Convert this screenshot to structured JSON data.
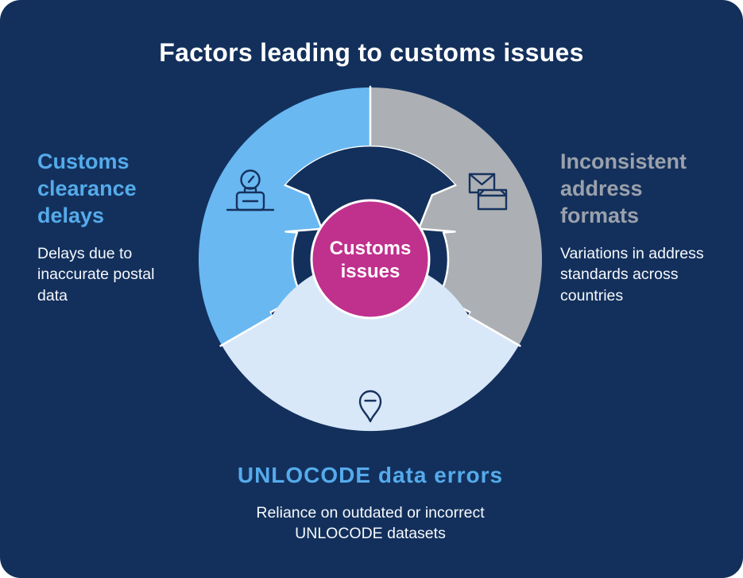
{
  "title": "Factors leading to customs issues",
  "hub": {
    "label": "Customs\nissues",
    "color": "#C0308D"
  },
  "factors": [
    {
      "id": "customs-clearance-delays",
      "title": "Customs clearance delays",
      "description": "Delays due to inaccurate postal data",
      "icon": "customs-desk-clock-icon",
      "segment_color": "#69B8F2",
      "heading_color": "#55ABEB",
      "position": "left"
    },
    {
      "id": "inconsistent-address-formats",
      "title": "Inconsistent address formats",
      "description": "Variations in address standards across countries",
      "icon": "envelopes-icon",
      "segment_color": "#ACAFB4",
      "heading_color": "#9BA1AB",
      "position": "right"
    },
    {
      "id": "unlocode-data-errors",
      "title": "UNLOCODE data errors",
      "description": "Reliance on outdated or incorrect UNLOCODE datasets",
      "icon": "location-pin-minus-icon",
      "segment_color": "#D9E8F8",
      "heading_color": "#55ABEB",
      "position": "bottom"
    }
  ],
  "colors": {
    "background_navy": "#13305C",
    "outline_white": "#FFFFFF",
    "icon_navy": "#16325E",
    "text_white": "#FFFFFF"
  }
}
